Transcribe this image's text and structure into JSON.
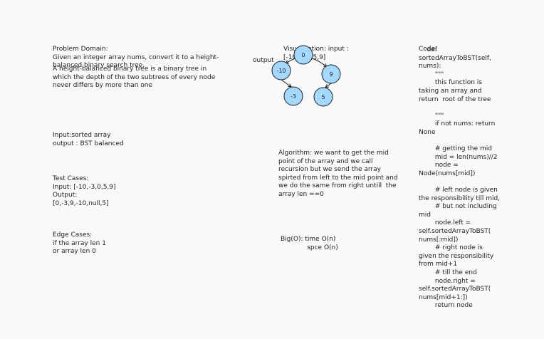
{
  "problem": {
    "title": "Problem Domain:",
    "line1": "Given an integer array nums, convert it to a height-\nbalanced binary search tree.",
    "line2": "A height-balanced binary tree is a binary tree in\nwhich the depth of the two subtrees of every node\nnever differs by more than one"
  },
  "io": {
    "input": "Input:sorted array",
    "output": "output : BST balanced"
  },
  "tests": {
    "title": "Test Cases:",
    "input": "Input: [-10,-3,0,5,9]",
    "output_label": "Output:",
    "output_value": "[0,-3,9,-10,null,5]"
  },
  "edge": {
    "title": "Edge Cases:",
    "body": "if the array len 1\nor array len 0"
  },
  "visualization": {
    "title": "Visualization: input :",
    "input": "[-10,-3,0,5,9]",
    "output_label": "output",
    "nodes": [
      {
        "id": "n0",
        "label": "0"
      },
      {
        "id": "n1",
        "label": "-10"
      },
      {
        "id": "n2",
        "label": "9"
      },
      {
        "id": "n3",
        "label": "-3"
      },
      {
        "id": "n4",
        "label": "5"
      }
    ],
    "node_fill": "#a5d8ff",
    "node_stroke": "#1e1e1e"
  },
  "algorithm": {
    "text": "Algorithm: we want to get the mid\npoint of the array and we call\nrecursion but we send the array\nspirted from left to the mid point and\nwe do the same from right untill  the\narray len ==0"
  },
  "bigo": {
    "line1": "Big(O): time O(n)",
    "line2": "             spce O(n)"
  },
  "code": {
    "title": "Code:",
    "body": "    def\nsortedArrayToBST(self,\nnums):\n        \"\"\"\n        this function is\ntaking an array and\nreturn  root of the tree\n\n        \"\"\"\n        if not nums: return\nNone\n\n        # getting the mid\n        mid = len(nums)//2\n        node =\nNode(nums[mid])\n\n        # left node is given\nthe responsibility till mid,\n        # but not including\nmid\n        node.left =\nself.sortedArrayToBST(\nnums[:mid])\n        # right node is\ngiven the responsibility\nfrom mid+1\n        # till the end\n        node.right =\nself.sortedArrayToBST(\nnums[mid+1:])\n        return node"
  }
}
